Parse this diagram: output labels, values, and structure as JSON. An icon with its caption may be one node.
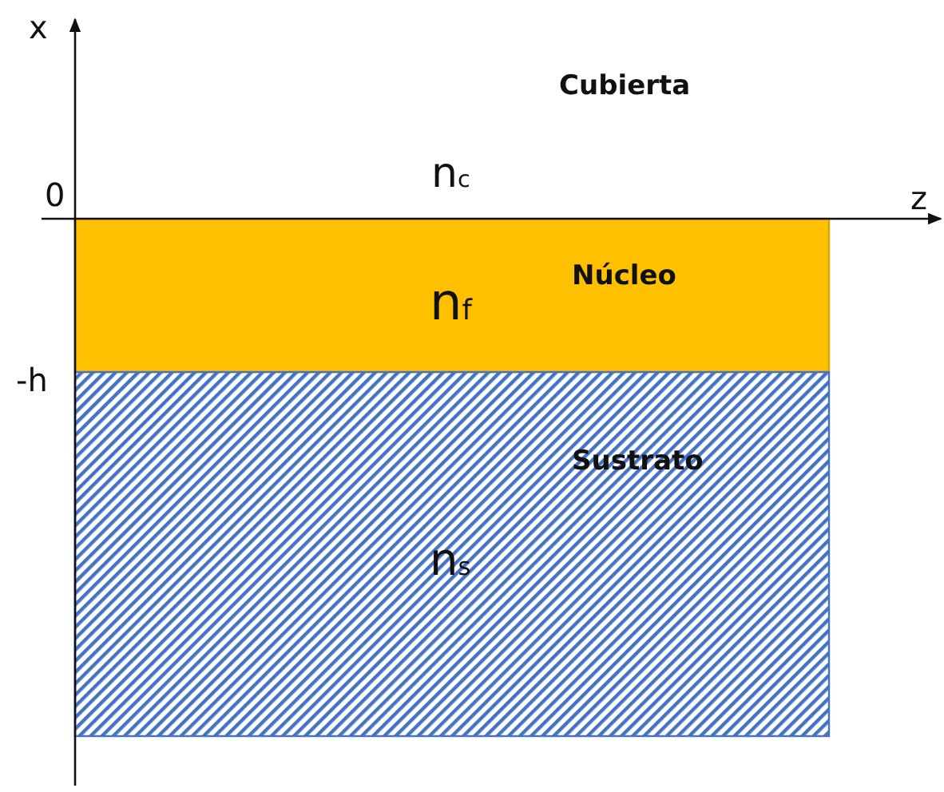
{
  "diagram": {
    "nodes": [
      {
        "text": [
          "Núcleo",
          "n$_{f}$"
        ]
      },
      {
        "text": [
          "Sustrato",
          "n$_{s}$"
        ]
      }
    ],
    "labels": [
      "x",
      "Cubierta",
      "n$_{c}$",
      "0",
      "z",
      "-h"
    ]
  }
}
